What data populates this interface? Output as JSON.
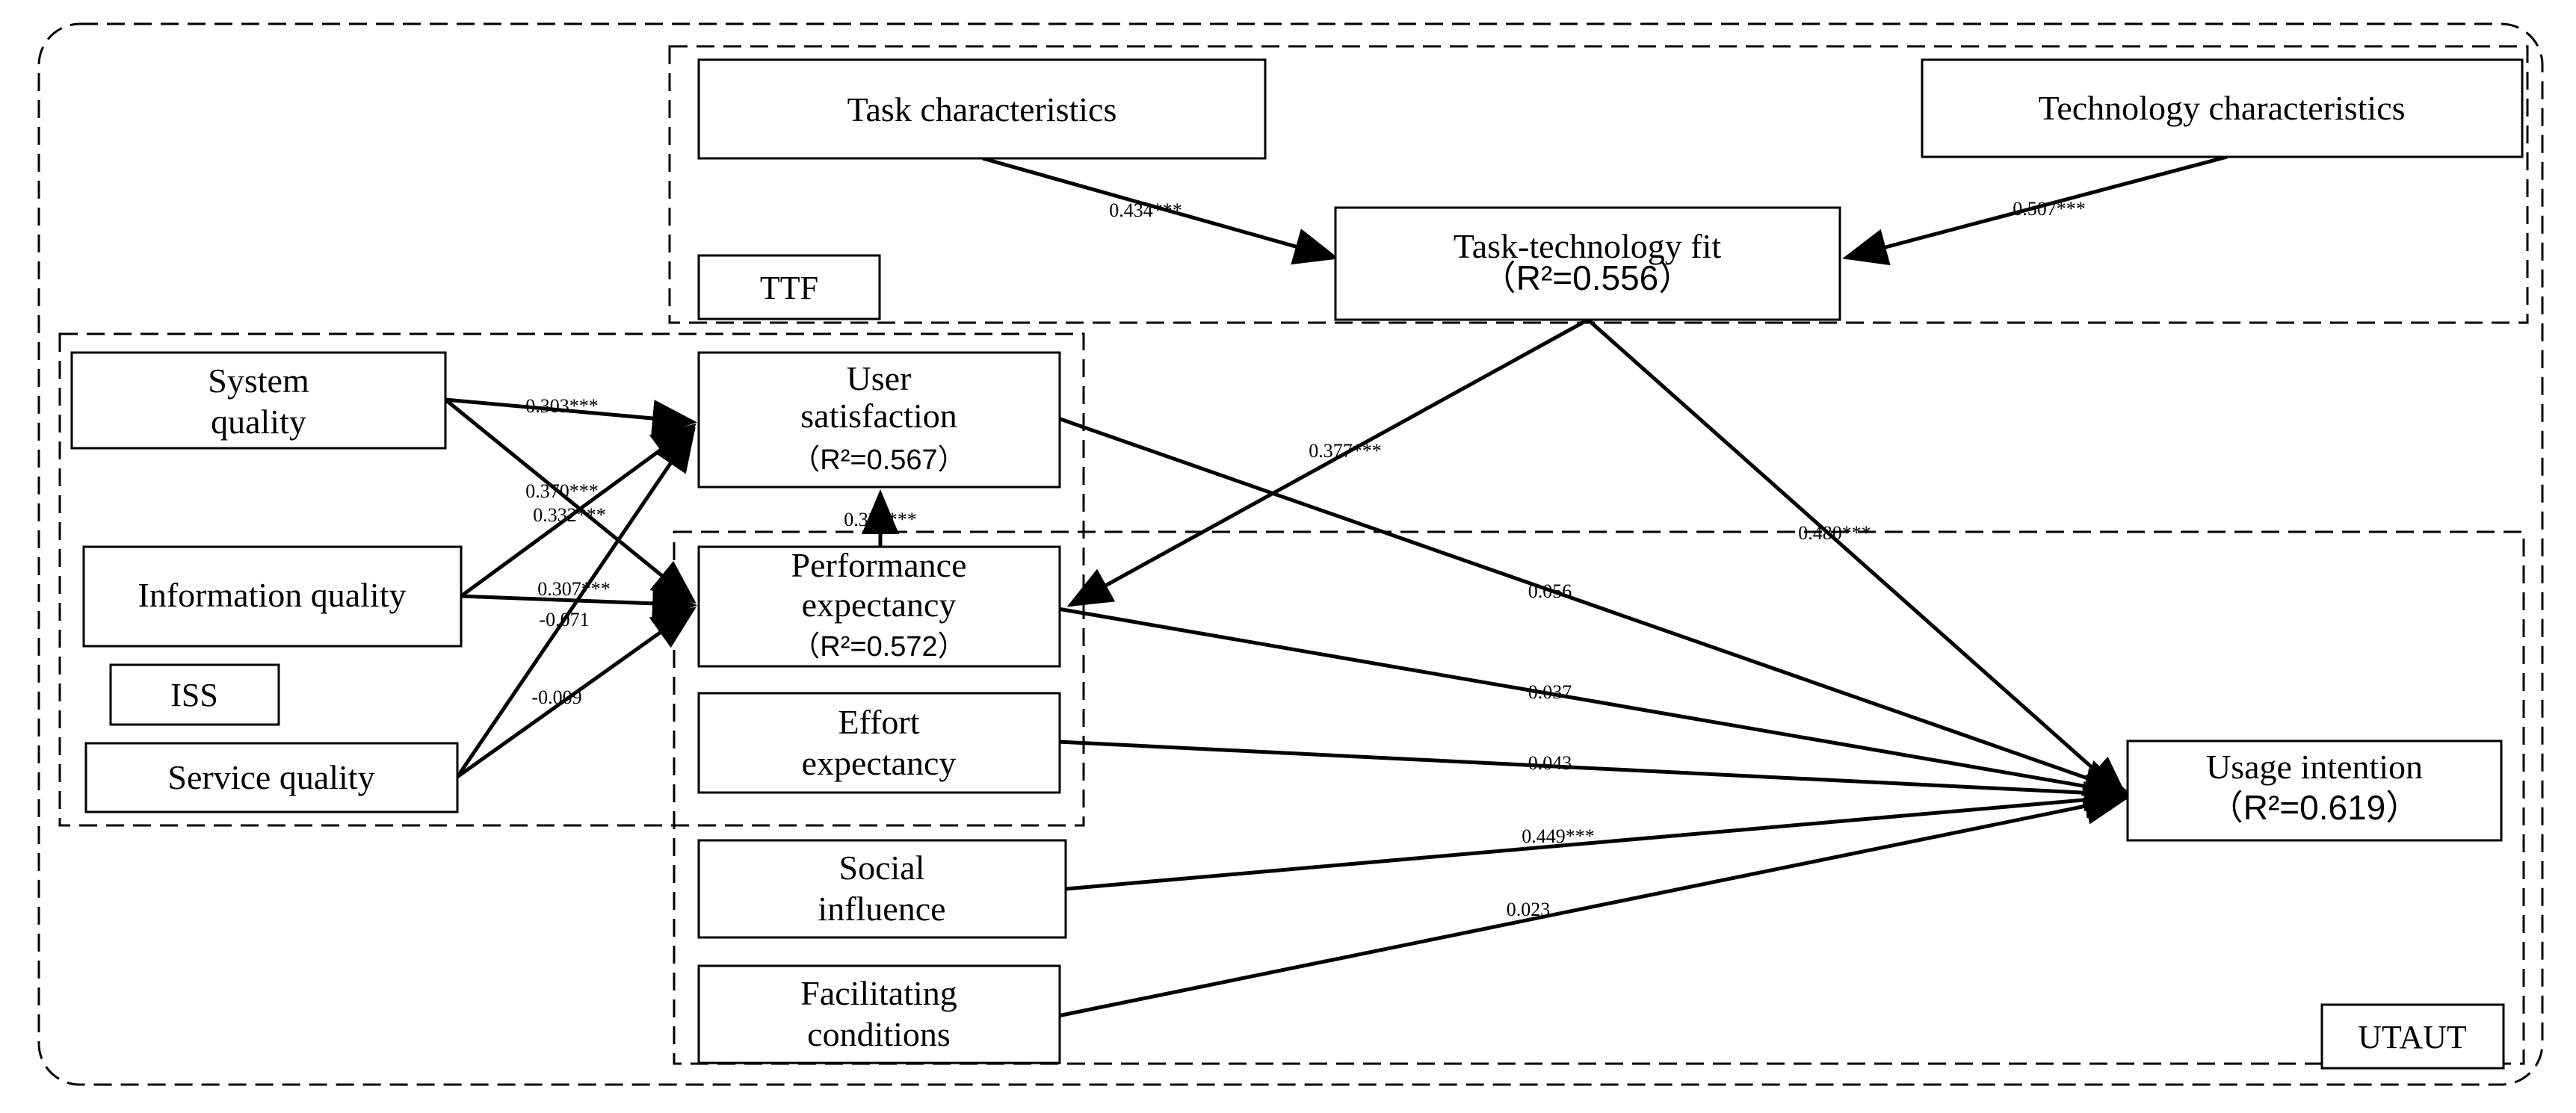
{
  "groups": {
    "ttf_label": "TTF",
    "iss_label": "ISS",
    "utaut_label": "UTAUT"
  },
  "nodes": {
    "task_characteristics": "Task characteristics",
    "technology_characteristics": "Technology characteristics",
    "task_technology_fit": "Task-technology fit",
    "task_technology_fit_r2": "（R²=0.556）",
    "system_quality_line1": "System",
    "system_quality_line2": "quality",
    "information_quality": "Information quality",
    "service_quality": "Service quality",
    "user_satisfaction_line1": "User",
    "user_satisfaction_line2": "satisfaction",
    "user_satisfaction_r2": "（R²=0.567）",
    "performance_expectancy_line1": "Performance",
    "performance_expectancy_line2": "expectancy",
    "performance_expectancy_r2": "（R²=0.572）",
    "effort_expectancy_line1": "Effort",
    "effort_expectancy_line2": "expectancy",
    "social_influence_line1": "Social",
    "social_influence_line2": "influence",
    "facilitating_conditions_line1": "Facilitating",
    "facilitating_conditions_line2": "conditions",
    "usage_intention": "Usage intention",
    "usage_intention_r2": "（R²=0.619）"
  },
  "paths": {
    "task_to_ttf": "0.434***",
    "tech_to_ttf": "0.507***",
    "ttf_to_pe": "0.377***",
    "ttf_to_ui": "0.480***",
    "sq_to_us": "0.303***",
    "sq_to_pe": "0.370***",
    "iq_to_us": "0.332***",
    "iq_to_pe": "0.307***",
    "svq_to_us": "-0.071",
    "svq_to_pe": "-0.009",
    "pe_to_us": "0.334***",
    "us_to_ui": "0.056",
    "pe_to_ui": "0.037",
    "ee_to_ui": "0.043",
    "si_to_ui": "0.449***",
    "fc_to_ui": "0.023"
  }
}
